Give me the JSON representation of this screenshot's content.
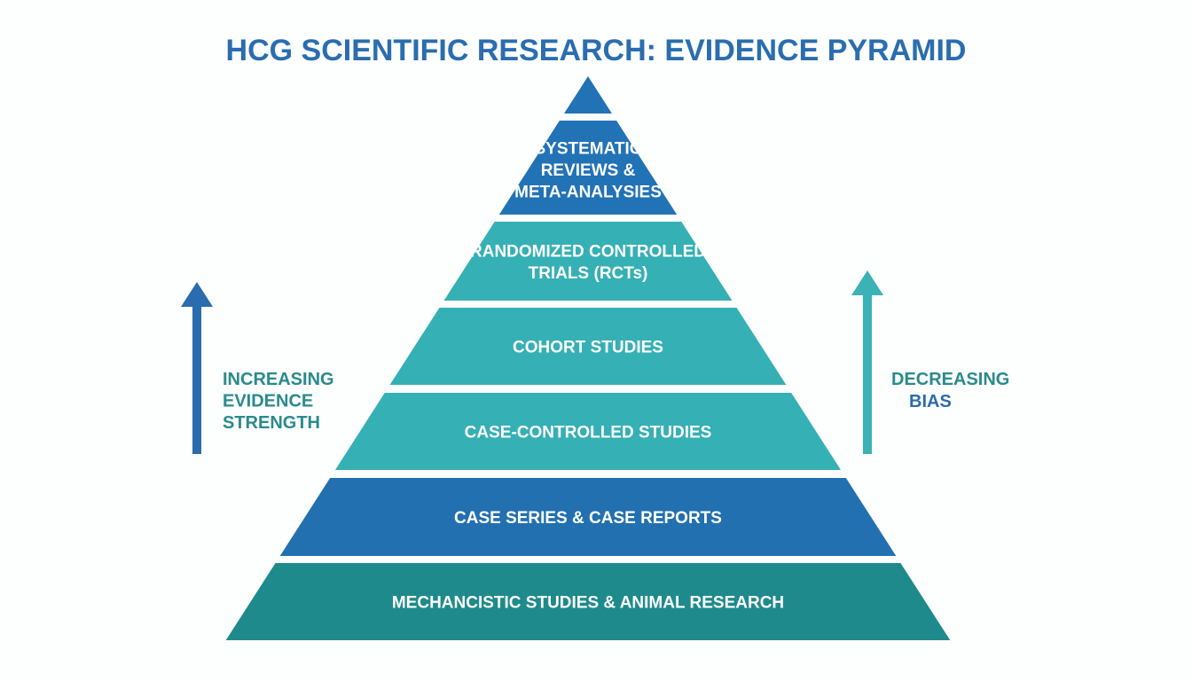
{
  "title": "HCG SCIENTIFIC RESEARCH: EVIDENCE PYRAMID",
  "tiers": [
    {
      "lines": [],
      "color": "#2272b6"
    },
    {
      "lines": [
        "SYSTEMATIC",
        "REVIEWS &",
        "META-ANALYSIES"
      ],
      "color": "#2272b6"
    },
    {
      "lines": [
        "RANDOMIZED CONTROLLED",
        "TRIALS (RCTs)"
      ],
      "color": "#35b0b5"
    },
    {
      "lines": [
        "COHORT STUDIES"
      ],
      "color": "#35b0b5"
    },
    {
      "lines": [
        "CASE-CONTROLLED STUDIES"
      ],
      "color": "#35b0b5"
    },
    {
      "lines": [
        "CASE SERIES & CASE REPORTS"
      ],
      "color": "#2270b0"
    },
    {
      "lines": [
        "MECHANCISTIC STUDIES & ANIMAL RESEARCH"
      ],
      "color": "#1f8a8c"
    }
  ],
  "left_label": {
    "lines": [
      "INCREASING",
      "EVIDENCE",
      "STRENGTH"
    ],
    "color": "#2a8a8c",
    "arrow_color": "#2a6cae"
  },
  "right_label": {
    "lines": [
      "DECREASING",
      "BIAS"
    ],
    "colors": [
      "#2a8a8c",
      "#2a6cae"
    ],
    "arrow_color": "#3ab2b6"
  },
  "colors": {
    "title": "#2a6db0"
  }
}
